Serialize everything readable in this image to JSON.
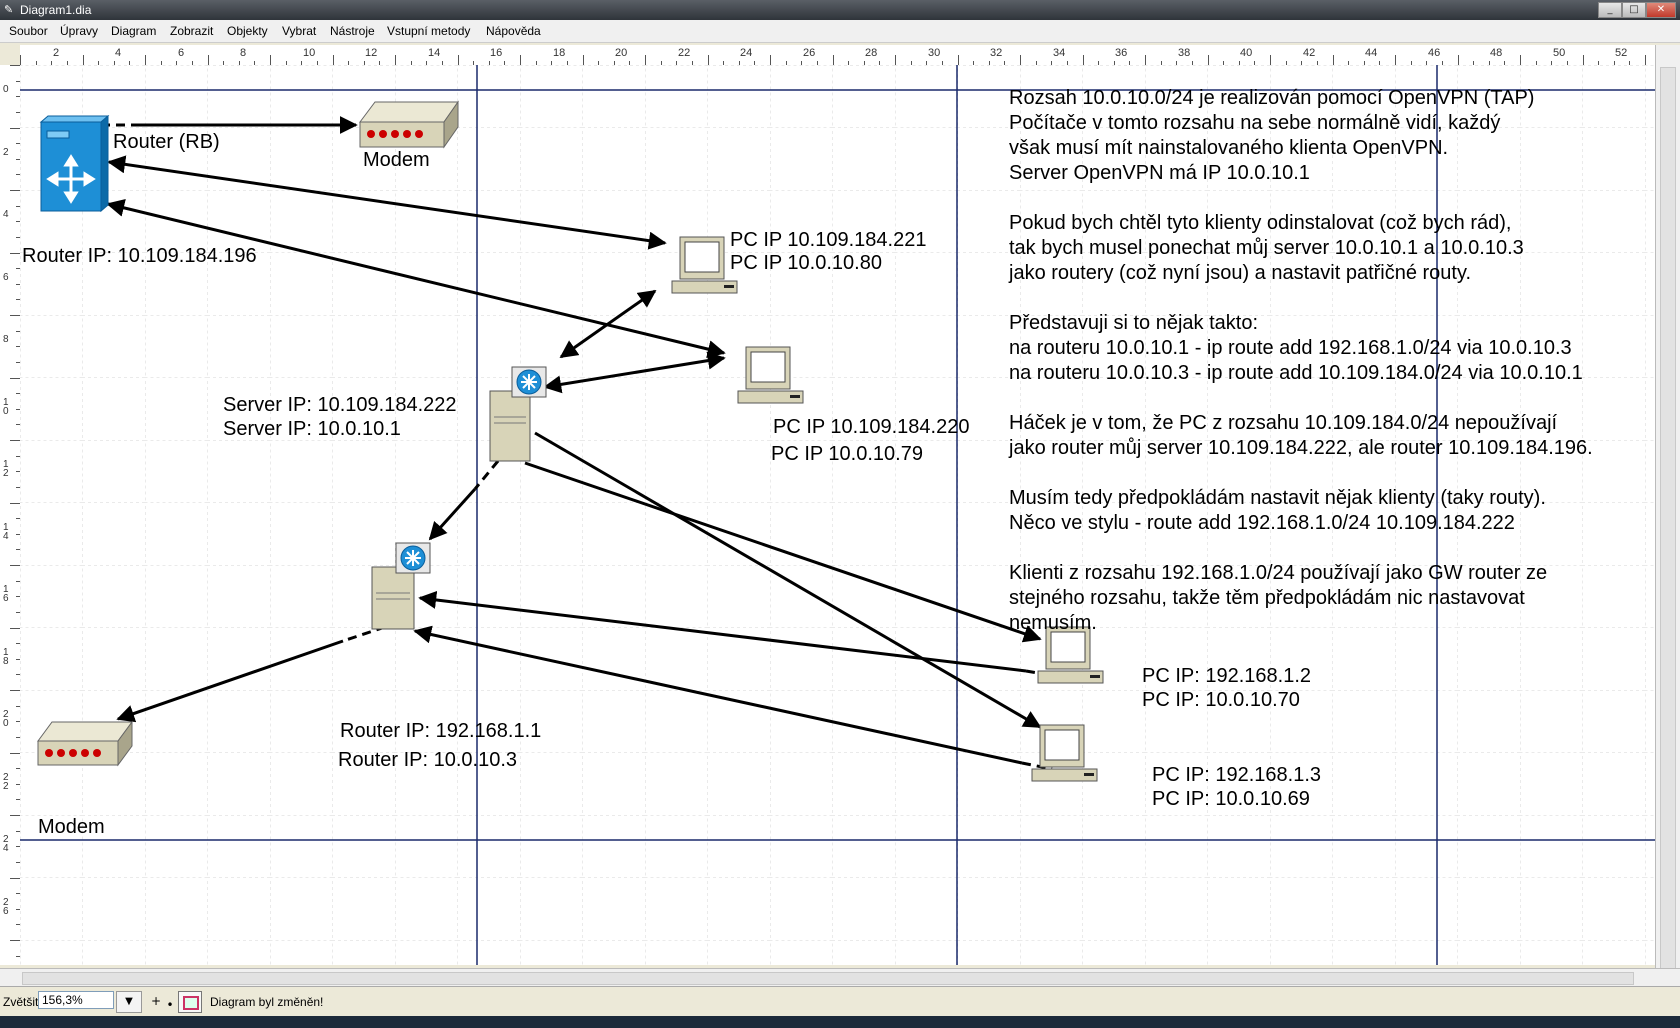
{
  "window": {
    "title": "Diagram1.dia",
    "min_glyph": "_",
    "max_glyph": "□",
    "close_glyph": "✕",
    "app_icon_glyph": "✎"
  },
  "menu": [
    {
      "label": "Soubor"
    },
    {
      "label": "Úpravy"
    },
    {
      "label": "Diagram"
    },
    {
      "label": "Zobrazit"
    },
    {
      "label": "Objekty"
    },
    {
      "label": "Vybrat"
    },
    {
      "label": "Nástroje"
    },
    {
      "label": "Vstupní metody"
    },
    {
      "label": "Nápověda"
    }
  ],
  "ruler": {
    "top_labels": [
      "2",
      "4",
      "6",
      "8",
      "10",
      "12",
      "14",
      "16",
      "18",
      "20",
      "22",
      "24",
      "26",
      "28",
      "30",
      "32",
      "34",
      "36",
      "38",
      "40",
      "42",
      "44",
      "46",
      "48",
      "50",
      "52"
    ],
    "left_labels": [
      "0",
      "2",
      "4",
      "6",
      "8",
      "10",
      "12",
      "14",
      "16",
      "18",
      "20",
      "22",
      "24",
      "26"
    ]
  },
  "diagram": {
    "labels": {
      "router_rb": "Router (RB)",
      "modem_top": "Modem",
      "router_ip": "Router IP: 10.109.184.196",
      "pc1_a": "PC IP 10.109.184.221",
      "pc1_b": "PC IP 10.0.10.80",
      "server_a": "Server IP: 10.109.184.222",
      "server_b": "Server IP: 10.0.10.1",
      "pc2_a": "PC IP 10.109.184.220",
      "pc2_b": "PC IP 10.0.10.79",
      "router2_a": "Router IP: 192.168.1.1",
      "router2_b": "Router IP: 10.0.10.3",
      "modem_bottom": "Modem",
      "pc3_a": "PC IP: 192.168.1.2",
      "pc3_b": "PC IP: 10.0.10.70",
      "pc4_a": "PC IP: 192.168.1.3",
      "pc4_b": "PC IP: 10.0.10.69"
    },
    "notes": [
      "Rozsah 10.0.10.0/24 je realizován pomocí OpenVPN (TAP)",
      "Počítače v tomto rozsahu na sebe normálně vidí, každý",
      "však musí mít nainstalovaného klienta OpenVPN.",
      "Server OpenVPN má IP 10.0.10.1",
      "",
      "Pokud bych chtěl tyto klienty odinstalovat (což bych rád),",
      "tak bych musel ponechat můj server 10.0.10.1 a 10.0.10.3",
      "jako routery (což nyní jsou) a nastavit patřičné routy.",
      "",
      "Představuji si to nějak takto:",
      "na routeru 10.0.10.1 - ip route add 192.168.1.0/24 via 10.0.10.3",
      "na routeru 10.0.10.3 - ip route add 10.109.184.0/24 via 10.0.10.1",
      "",
      "Háček je v tom, že PC z rozsahu 10.109.184.0/24 nepoužívají",
      "jako router můj server 10.109.184.222, ale router 10.109.184.196.",
      "",
      "Musím tedy předpokládám nastavit nějak klienty (taky routy).",
      "Něco ve stylu - route add 192.168.1.0/24 10.109.184.222",
      "",
      "Klienti z rozsahu 192.168.1.0/24 používají jako GW router ze",
      "stejného rozsahu, takže těm předpokládám nic nastavovat",
      " nemusím."
    ]
  },
  "status": {
    "zoom_label": "Zvětšit",
    "zoom_value": "156,3%",
    "dropdown_glyph": "▼",
    "snap_glyph": "+",
    "mainpoint_glyph": "•",
    "message": "Diagram byl změněn!"
  },
  "colors": {
    "router_blue": "#1e8fd6",
    "device_beige": "#d8d4b8",
    "grid": "#d6d6d6",
    "guide": "#1a2a6c"
  }
}
